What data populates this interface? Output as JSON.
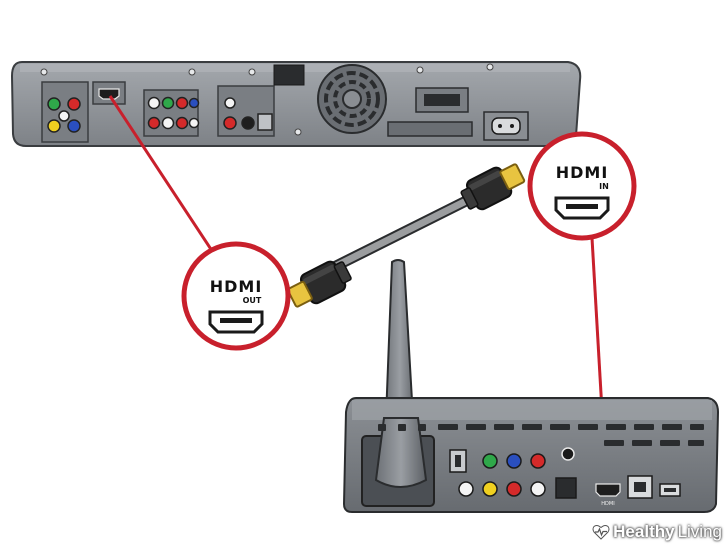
{
  "callouts": {
    "out": {
      "logo": "HDMI",
      "sub": "OUT"
    },
    "in": {
      "logo": "HDMI",
      "sub": "IN"
    }
  },
  "media_player": {
    "port_label": "HDMI"
  },
  "watermark": {
    "brand_bold": "Healthy",
    "brand_light": "Living"
  },
  "colors": {
    "device_body": "#8f9398",
    "device_shadow": "#5f6368",
    "panel": "#6e7378",
    "callout_ring": "#c8202c",
    "cable": "#9b9d9f",
    "cable_end": "#2b2b2b",
    "connector_gold": "#e8c440",
    "video_green": "#2fa84a",
    "audio_red": "#d42a2a",
    "video_blue": "#2a4fbf",
    "video_yellow": "#f0d020"
  }
}
